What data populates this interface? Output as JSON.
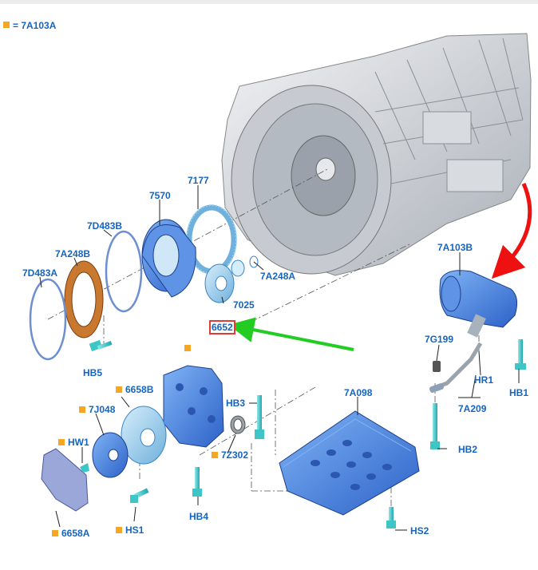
{
  "legend": {
    "text": "= 7A103A",
    "marker_color": "#f5a623"
  },
  "highlight": {
    "part": "6652",
    "color": "#e53935",
    "arrow_color": "#22cc22"
  },
  "colors": {
    "label": "#1565c0",
    "part_blue": "#3f7fe0",
    "part_light": "#9fd0ee",
    "bolt": "#3ec6c6",
    "housing": "#cfd3d8",
    "red_arrow": "#ee1111"
  },
  "labels": {
    "l7A103B": "7A103B",
    "l7177": "7177",
    "l7570": "7570",
    "l7D483B": "7D483B",
    "l7A248B": "7A248B",
    "l7D483A": "7D483A",
    "l7A248A": "7A248A",
    "l7025": "7025",
    "l6652": "6652",
    "l7G199": "7G199",
    "lHR1": "HR1",
    "lHB1": "HB1",
    "l7A209": "7A209",
    "l7A098": "7A098",
    "lHB5": "HB5",
    "l6658B": "6658B",
    "l7J048": "7J048",
    "lHW1": "HW1",
    "lHB3": "HB3",
    "l7Z302": "7Z302",
    "lHB2": "HB2",
    "l6658A": "6658A",
    "lHS1": "HS1",
    "lHB4": "HB4",
    "lHS2": "HS2"
  }
}
